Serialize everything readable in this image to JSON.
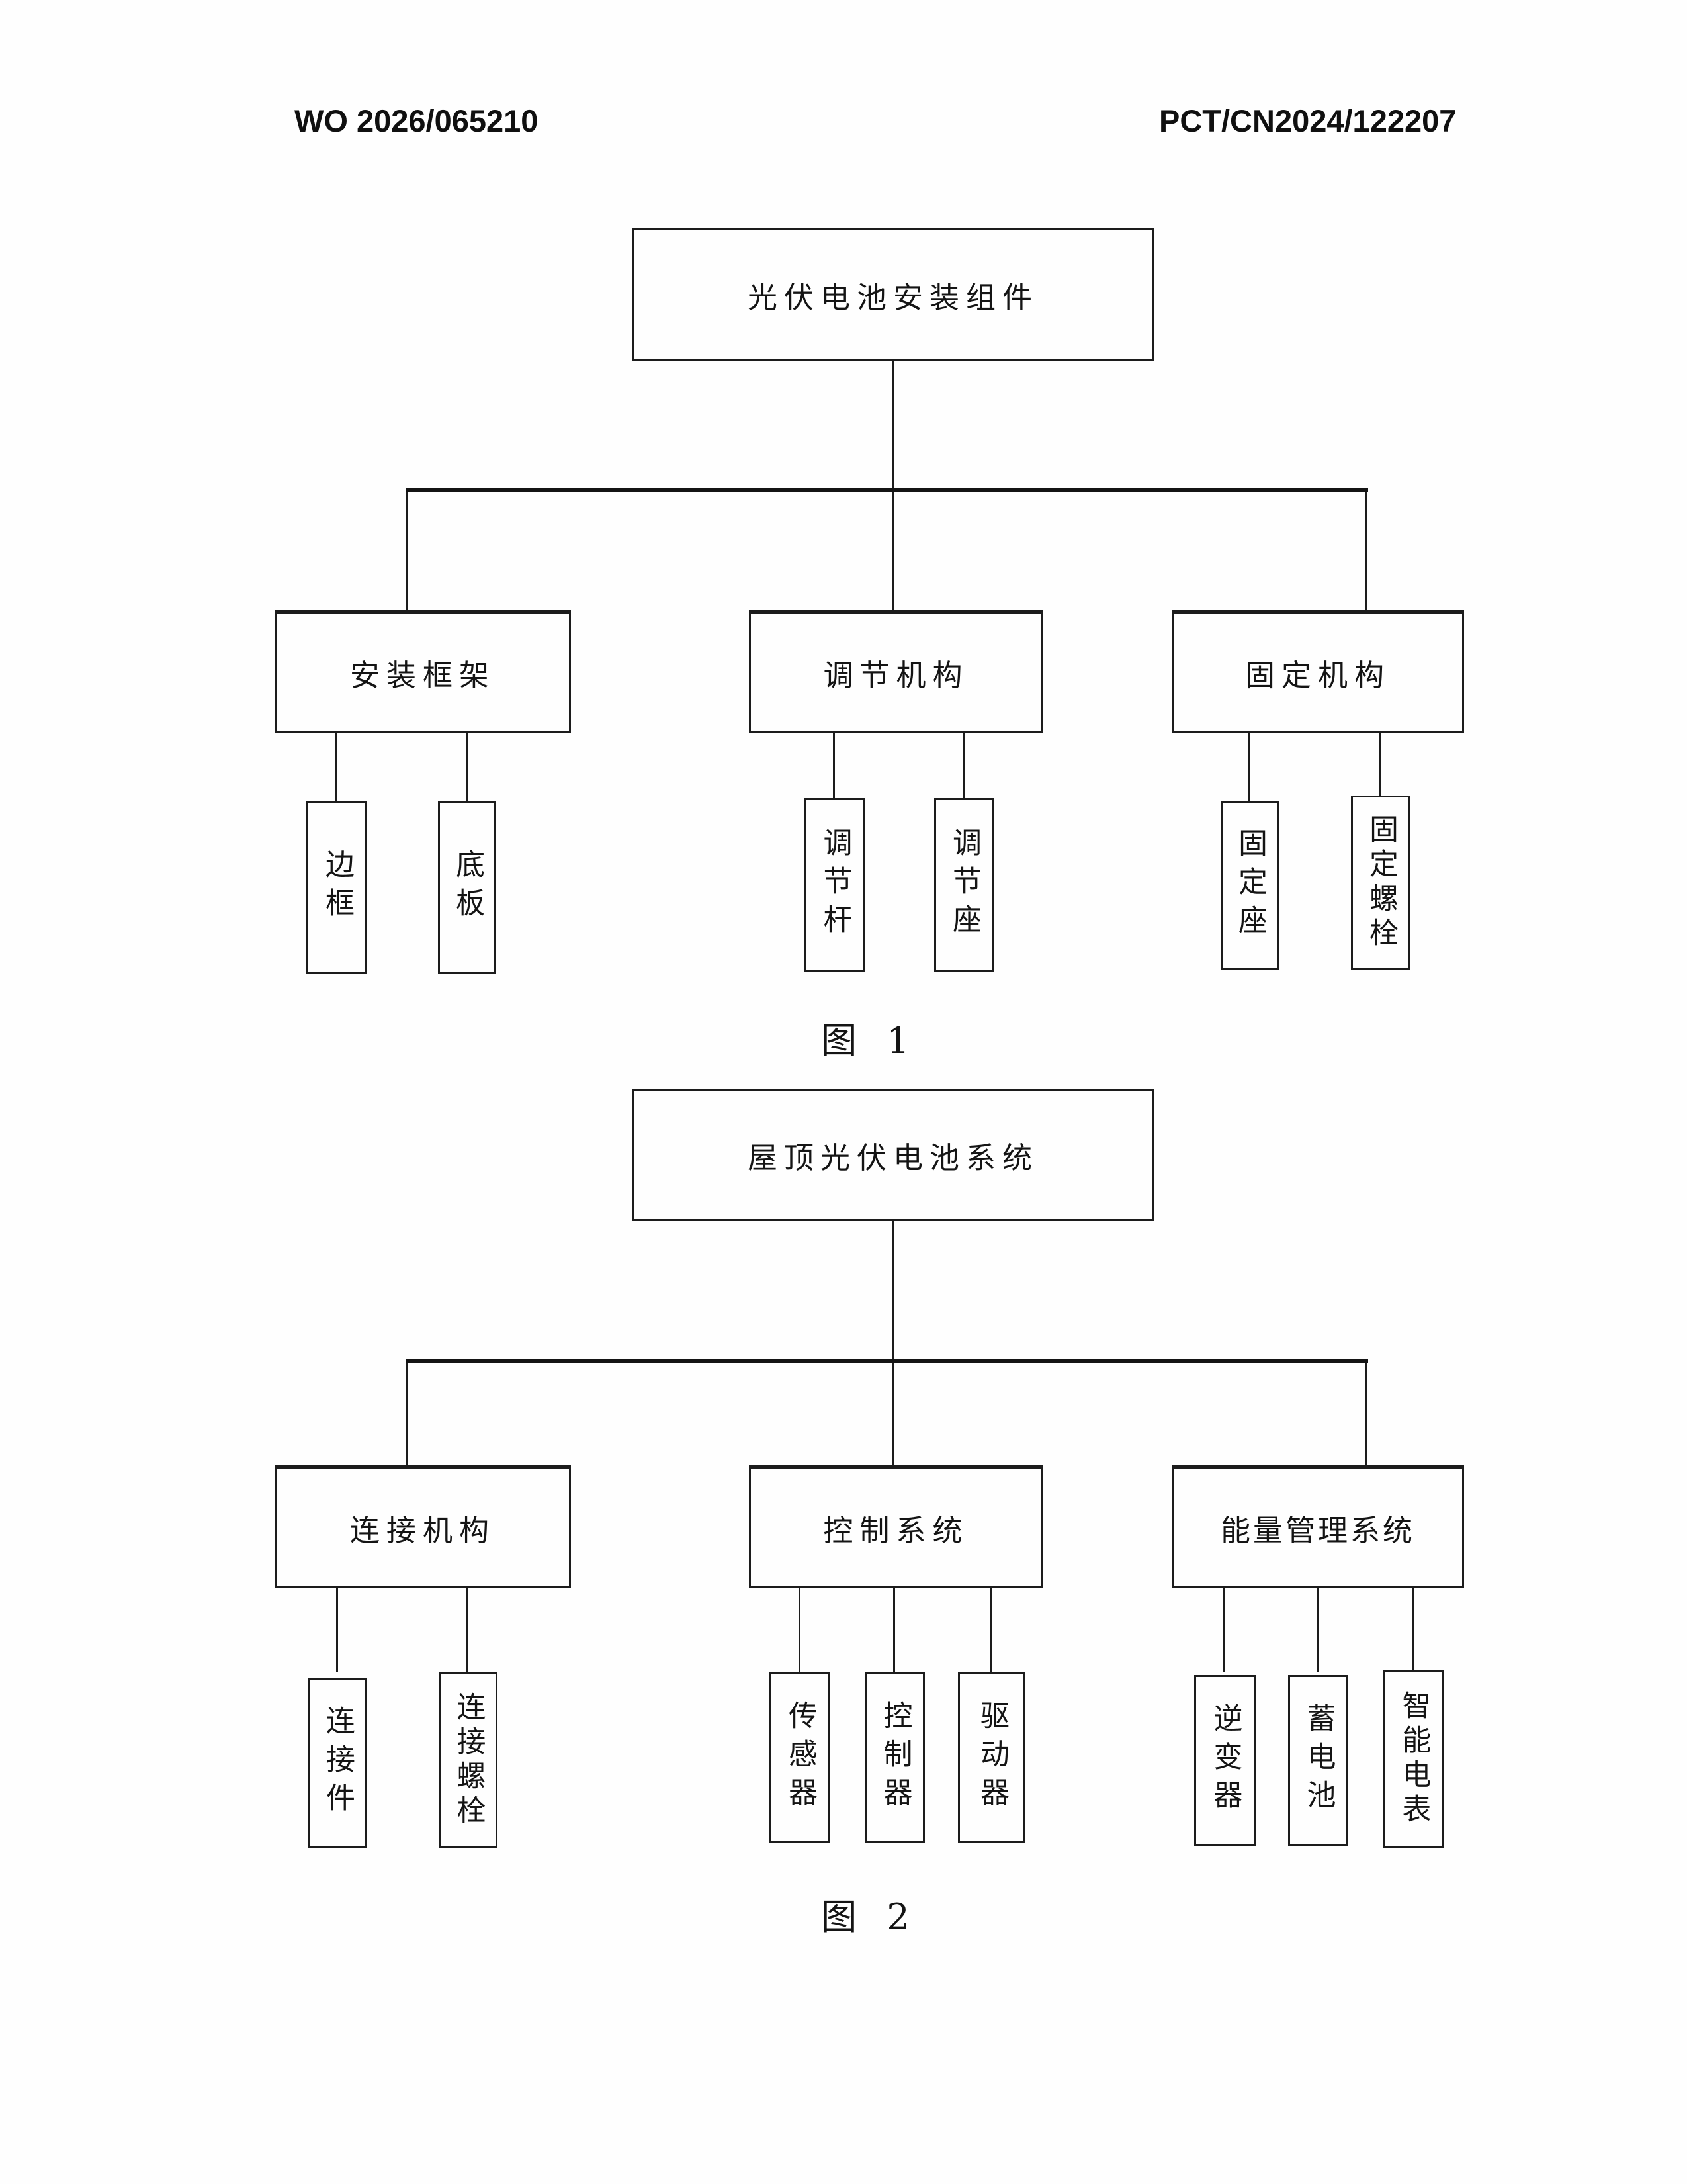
{
  "header": {
    "left": "WO 2026/065210",
    "right": "PCT/CN2024/122207"
  },
  "figure1": {
    "root": "光伏电池安装组件",
    "caption": "图 1",
    "branches": [
      {
        "label": "安装框架",
        "children": [
          "边框",
          "底板"
        ]
      },
      {
        "label": "调节机构",
        "children": [
          "调节杆",
          "调节座"
        ]
      },
      {
        "label": "固定机构",
        "children": [
          "固定座",
          "固定螺栓"
        ]
      }
    ]
  },
  "figure2": {
    "root": "屋顶光伏电池系统",
    "caption": "图 2",
    "branches": [
      {
        "label": "连接机构",
        "children": [
          "连接件",
          "连接螺栓"
        ]
      },
      {
        "label": "控制系统",
        "children": [
          "传感器",
          "控制器",
          "驱动器"
        ]
      },
      {
        "label": "能量管理系统",
        "children": [
          "逆变器",
          "蓄电池",
          "智能电表"
        ]
      }
    ]
  }
}
